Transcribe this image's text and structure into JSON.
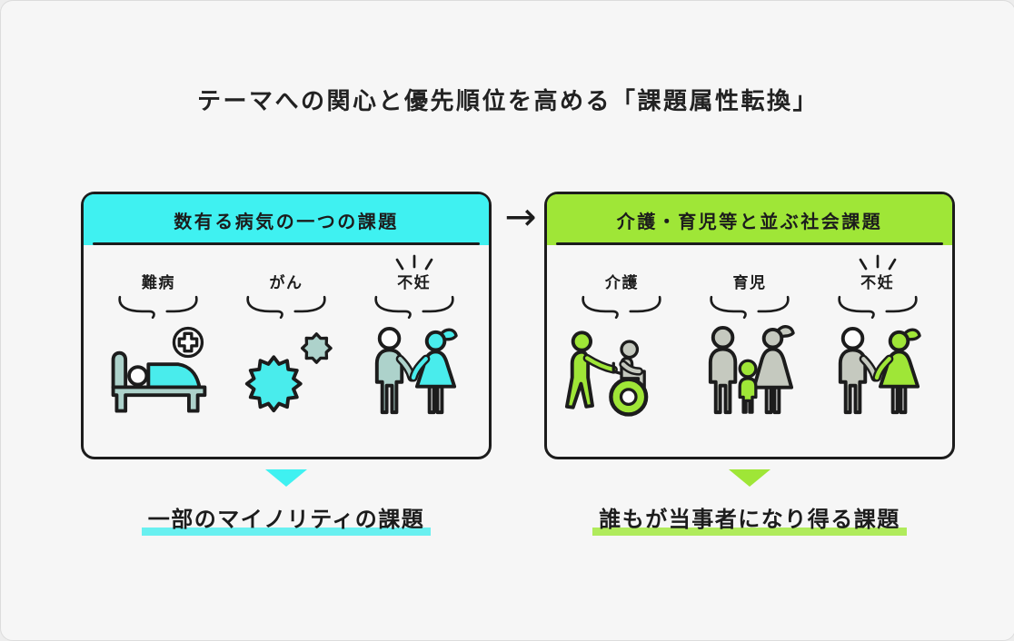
{
  "title": "テーマへの関心と優先順位を高める「課題属性転換」",
  "transform_arrow": "→",
  "colors": {
    "background": "#F6F6F6",
    "ink": "#1C1C1C",
    "cyan_accent": "#3FF1F1",
    "cyan_icon": "#49ECEC",
    "cyan_underline": "#69F0F0",
    "muted_teal": "#ADD2CB",
    "lime_accent": "#9FE637",
    "lime_underline": "#B0EB5C",
    "warm_gray": "#C5C9BF"
  },
  "left_panel": {
    "header": "数有る病気の一つの課題",
    "items": [
      {
        "label": "難病",
        "icon": "hospital-bed-icon",
        "emphasized": false
      },
      {
        "label": "がん",
        "icon": "cancer-cells-icon",
        "emphasized": false
      },
      {
        "label": "不妊",
        "icon": "couple-icon",
        "emphasized": true
      }
    ],
    "caption": "一部のマイノリティの課題"
  },
  "right_panel": {
    "header": "介護・育児等と並ぶ社会課題",
    "items": [
      {
        "label": "介護",
        "icon": "caregiver-wheelchair-icon",
        "emphasized": false
      },
      {
        "label": "育児",
        "icon": "family-icon",
        "emphasized": false
      },
      {
        "label": "不妊",
        "icon": "couple-icon",
        "emphasized": true
      }
    ],
    "caption": "誰もが当事者になり得る課題"
  }
}
